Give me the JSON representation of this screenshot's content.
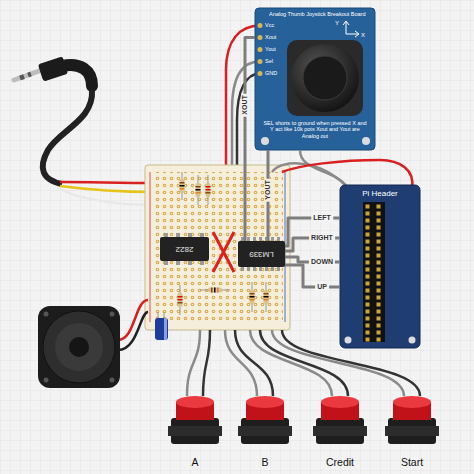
{
  "diagram": {
    "nodes": [
      {
        "text": [
          "Analog Thumb Joystick Breakout Board",
          "Vcc",
          "Xout",
          "Yout",
          "Sel",
          "GND",
          "Y",
          "X",
          "SEL shorts to ground when pressed X and Y act like 10k pots Xout and Yout are Analog out"
        ]
      },
      {
        "text": [
          "2822"
        ]
      },
      {
        "text": [
          "LM339"
        ]
      },
      {
        "text": [
          "Pi Header"
        ]
      },
      {
        "text": [
          "A"
        ]
      },
      {
        "text": [
          "B"
        ]
      },
      {
        "text": [
          "Credit"
        ]
      },
      {
        "text": [
          "Start"
        ]
      }
    ],
    "edges": [
      {
        "from": 0,
        "to": 2,
        "label": "XOUT",
        "arrow": "none"
      },
      {
        "from": 0,
        "to": 2,
        "label": "YOUT",
        "arrow": "none"
      },
      {
        "from": 2,
        "to": 3,
        "label": "LEFT",
        "arrow": "none"
      },
      {
        "from": 2,
        "to": 3,
        "label": "RIGHT",
        "arrow": "none"
      },
      {
        "from": 2,
        "to": 3,
        "label": "DOWN",
        "arrow": "none"
      },
      {
        "from": 2,
        "to": 3,
        "label": "UP",
        "arrow": "none"
      }
    ]
  }
}
